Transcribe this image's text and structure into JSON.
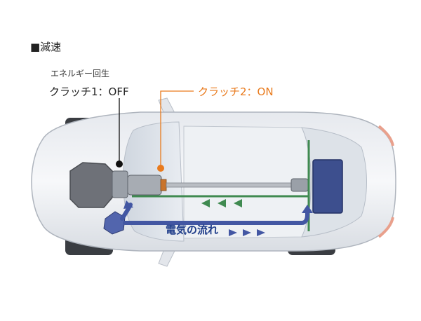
{
  "heading": "■減速",
  "regen_label": "エネルギー回生",
  "clutch1_label": "クラッチ1：OFF",
  "clutch2_label": "クラッチ2：ON",
  "flow_label": "電気の流れ",
  "colors": {
    "clutch2_orange": "#e97a1c",
    "power_line_green": "#3f8a50",
    "flow_arrow_blue": "#4357a3",
    "battery_navy": "#3d4f8e"
  }
}
